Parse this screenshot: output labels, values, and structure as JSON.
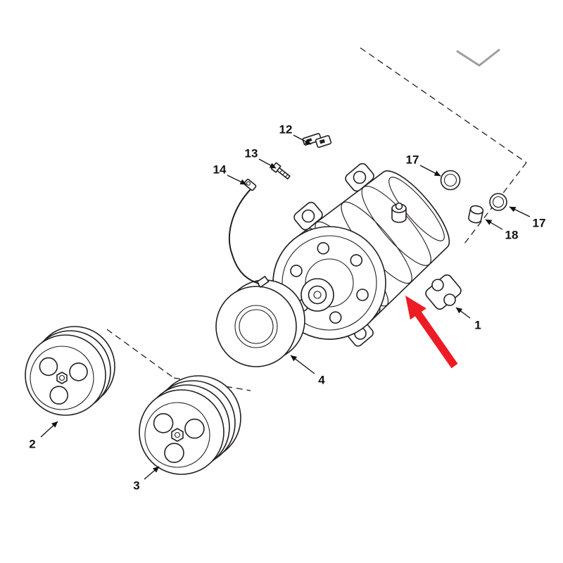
{
  "figure": {
    "background": "#ffffff",
    "line_color": "#231f20",
    "accent_color": "#ed1c24",
    "labels": [
      {
        "id": "part-1",
        "text": "1"
      },
      {
        "id": "part-2",
        "text": "2"
      },
      {
        "id": "part-3",
        "text": "3"
      },
      {
        "id": "part-4",
        "text": "4"
      },
      {
        "id": "part-12",
        "text": "12"
      },
      {
        "id": "part-13",
        "text": "13"
      },
      {
        "id": "part-14",
        "text": "14"
      },
      {
        "id": "part-17-top",
        "text": "17"
      },
      {
        "id": "part-17-right",
        "text": "17"
      },
      {
        "id": "part-18",
        "text": "18"
      }
    ]
  }
}
